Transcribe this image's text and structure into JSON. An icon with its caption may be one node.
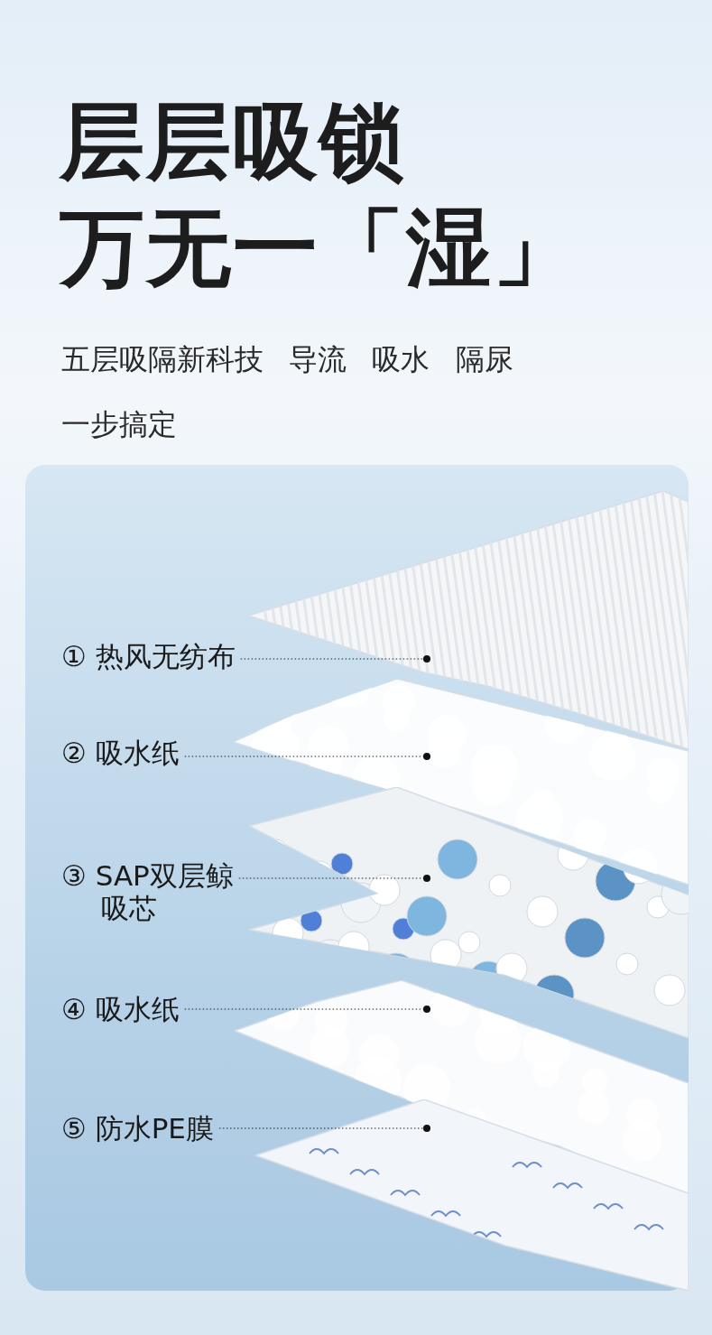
{
  "diagram": {
    "title": "层层吸锁万无一「湿」",
    "nodes": [
      {
        "text": [
          "① 热风无纺布"
        ]
      },
      {
        "text": [
          "② 吸水纸"
        ]
      },
      {
        "text": [
          "③ SAP双层鲸吸芯"
        ]
      },
      {
        "text": [
          "④ 吸水纸"
        ]
      },
      {
        "text": [
          "⑤ 防水PE膜"
        ]
      },
      {
        "text": [],
        "shape": "picture"
      },
      {
        "text": [],
        "shape": "picture"
      },
      {
        "text": [],
        "shape": "picture"
      },
      {
        "text": [],
        "shape": "picture"
      },
      {
        "text": [],
        "shape": "picture"
      }
    ],
    "edges": [
      {
        "from": 0,
        "to": 5,
        "arrow": "other",
        "style": "dashed"
      },
      {
        "from": 1,
        "to": 6,
        "arrow": "other",
        "style": "dashed"
      },
      {
        "from": 2,
        "to": 7,
        "arrow": "other",
        "style": "dashed"
      },
      {
        "from": 3,
        "to": 8,
        "arrow": "other",
        "style": "dashed"
      },
      {
        "from": 4,
        "to": 9,
        "arrow": "other",
        "style": "dashed"
      }
    ],
    "labels": [
      "五层吸隔新科技 导流 吸水 隔尿一步搞定"
    ]
  }
}
